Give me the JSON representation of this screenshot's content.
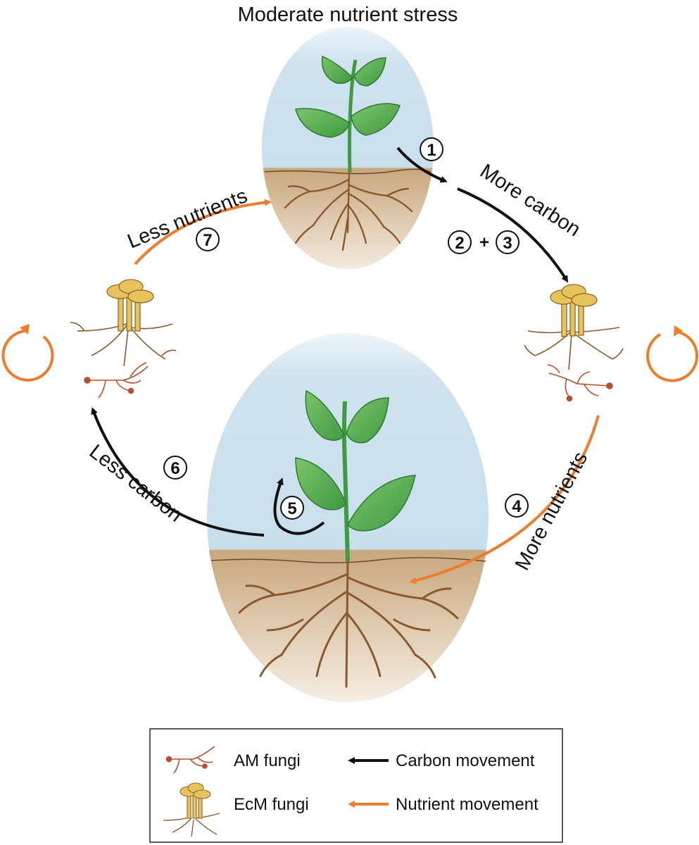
{
  "title": "Moderate nutrient stress",
  "labels": {
    "more_carbon": "More carbon",
    "more_nutrients": "More nutrients",
    "less_carbon": "Less carbon",
    "less_nutrients": "Less nutrients"
  },
  "steps": {
    "s1": "1",
    "s2": "2",
    "plus": "+",
    "s3": "3",
    "s4": "4",
    "s5": "5",
    "s6": "6",
    "s7": "7"
  },
  "legend": {
    "am_fungi": "AM fungi",
    "ecm_fungi": "EcM fungi",
    "carbon_movement": "Carbon movement",
    "nutrient_movement": "Nutrient movement"
  },
  "colors": {
    "carbon_arrow": "#111111",
    "nutrient_arrow": "#ee7d2b",
    "sky": "#cfe2ee",
    "soil": "#c8a77d",
    "leaf": "#4aa347",
    "root": "#8a5a2b",
    "mushroom": "#e8c25a",
    "am_hyphae": "#b5502f"
  }
}
